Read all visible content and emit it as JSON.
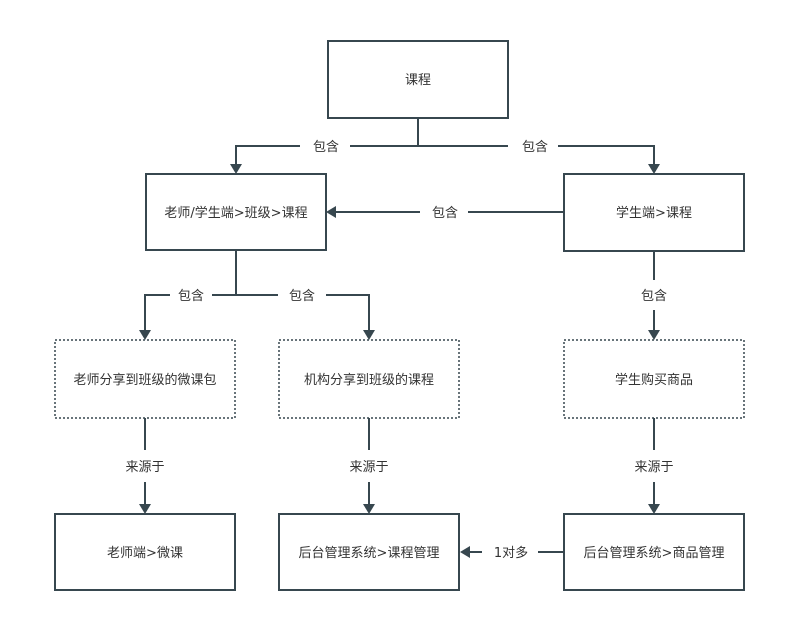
{
  "colors": {
    "stroke": "#37474f",
    "text": "#333333",
    "background": "#ffffff"
  },
  "nodes": {
    "course": "课程",
    "teacher_student_class_course": "老师/学生端>班级>课程",
    "student_course": "学生端>课程",
    "teacher_share_micro_package": "老师分享到班级的微课包",
    "org_share_course": "机构分享到班级的课程",
    "student_buy_goods": "学生购买商品",
    "teacher_micro_course": "老师端>微课",
    "admin_course_mgmt": "后台管理系统>课程管理",
    "admin_goods_mgmt": "后台管理系统>商品管理"
  },
  "edges": {
    "contains": "包含",
    "source_from": "来源于",
    "one_to_many": "1对多"
  }
}
